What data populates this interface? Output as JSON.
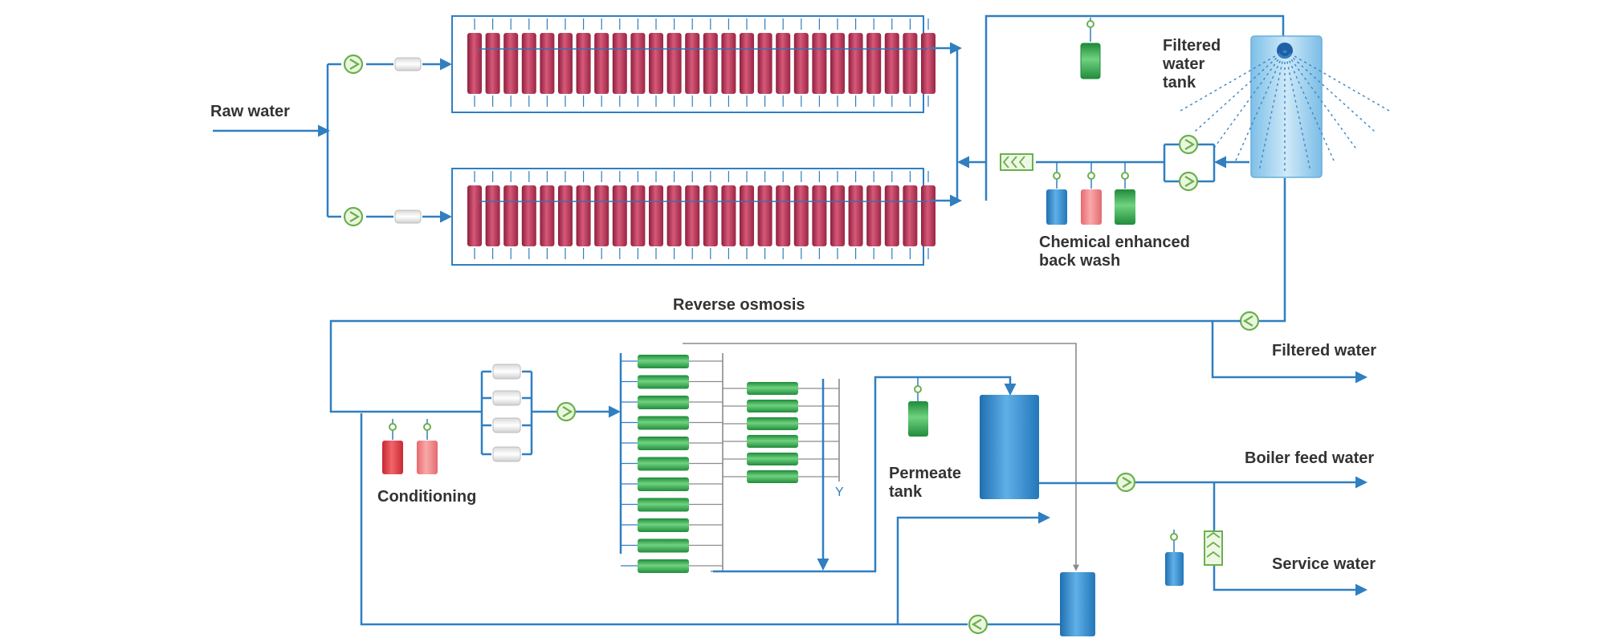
{
  "labels": {
    "raw_water": "Raw water",
    "filtered_tank": [
      "Filtered",
      "water",
      "tank"
    ],
    "chemical_backwash": [
      "Chemical enhanced",
      "back wash"
    ],
    "reverse_osmosis": "Reverse osmosis",
    "filtered_water": "Filtered water",
    "boiler_feed_water": "Boiler feed water",
    "service_water": "Service water",
    "permeate_tank": [
      "Permeate",
      "tank"
    ],
    "conditioning": "Conditioning",
    "valve_symbol": "Y"
  },
  "colors": {
    "pipe": "#2f7fc1",
    "membrane_red": "#b0304f",
    "ro_green": "#2fa84a",
    "tank_blue": "#2f86c8",
    "chem_red": "#e0414a",
    "chem_pink": "#ef7f82",
    "pump_green": "#6ab04c"
  },
  "icons": [
    "pump-icon",
    "cartridge-filter-icon",
    "heat-exchanger-icon",
    "dosing-tank-icon"
  ]
}
